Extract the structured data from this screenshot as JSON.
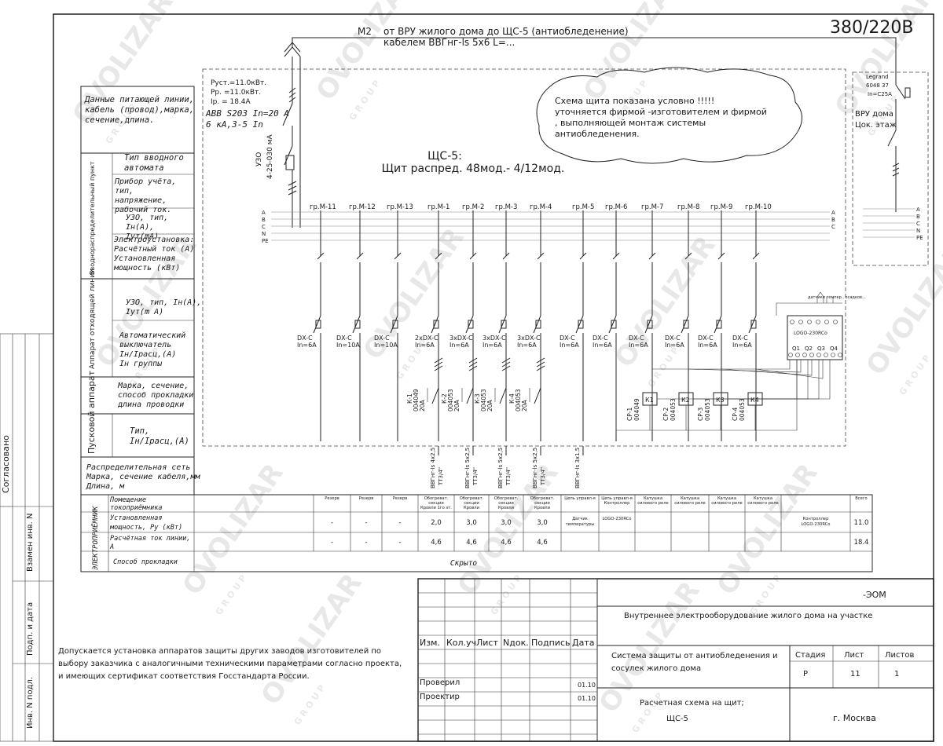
{
  "header": {
    "voltage": "380/220В",
    "feeder_code": "М2",
    "feeder_desc": "от ВРУ  жилого дома до ЩС-5 (антиобледенение)",
    "cable_desc": "кабелем  ВВГнг-ls 5х6 L=..."
  },
  "watermark": {
    "brand": "OVOLIZAR",
    "sub": "G R O U P"
  },
  "input": {
    "p_inst": "Руст.=11.0кВт.",
    "p_calc": "Рр. =11.0кВт.",
    "i_calc": "Iр.  = 18.4А",
    "breaker1": "ABB S203 In=20 A",
    "breaker2": "6 кА,3-5 In",
    "rcd": "УЗО",
    "rcd_spec": "4-25-030 мА"
  },
  "note_cloud": {
    "lines": [
      "Схема щита показана условно !!!!!",
      "уточняется фирмой -изготовителем и фирмой",
      ", выполняющей монтаж  системы",
      "антиобледенения."
    ]
  },
  "panel": {
    "title1": "ЩС-5:",
    "title2": "Щит распред. 48мод.- 4/12мод."
  },
  "vru": {
    "brand": "Legrand",
    "part": "6048 37",
    "rating": "In=C25A",
    "label1": "ВРУ дома",
    "label2": "Цок. этаж",
    "bus": [
      "A",
      "B",
      "C",
      "N",
      "PE"
    ]
  },
  "bus_phases": [
    "A",
    "B",
    "C",
    "N",
    "PE"
  ],
  "groups": [
    {
      "name": "гр.М-11",
      "breaker": "DX-C",
      "rating": "In=6A"
    },
    {
      "name": "гр.М-12",
      "breaker": "DX-C",
      "rating": "In=10A"
    },
    {
      "name": "гр.М-13",
      "breaker": "DX-C",
      "rating": "In=10A"
    },
    {
      "name": "гр.М-1",
      "breaker": "2xDX-C",
      "rating": "In=6A",
      "contactor": "К-1",
      "code": "004049",
      "amp": "20А",
      "cable": "ВВГнг-ls 4х2,5",
      "route": "ТТ3/4\""
    },
    {
      "name": "гр.М-2",
      "breaker": "3xDX-C",
      "rating": "In=6A",
      "contactor": "К-2",
      "code": "004053",
      "amp": "20А",
      "cable": "ВВГнг-ls 5х2,5",
      "route": "ТТ3/4\""
    },
    {
      "name": "гр.М-3",
      "breaker": "3xDX-C",
      "rating": "In=6A",
      "contactor": "К-3",
      "code": "004053",
      "amp": "20А",
      "cable": "ВВГнг-ls 5х2,5",
      "route": "ТТ3/4\""
    },
    {
      "name": "гр.М-4",
      "breaker": "3xDX-C",
      "rating": "In=6A",
      "contactor": "К-4",
      "code": "004053",
      "amp": "20А",
      "cable": "ВВГнг-ls 5х2,5",
      "route": "ТТ3/4\""
    },
    {
      "name": "гр.М-5",
      "breaker": "DX-C",
      "rating": "In=6A",
      "cable": "ВВГнг-ls 3х1.5"
    },
    {
      "name": "гр.М-6",
      "breaker": "DX-C",
      "rating": "In=6A"
    },
    {
      "name": "гр.М-7",
      "breaker": "DX-C",
      "rating": "In=6A"
    },
    {
      "name": "гр.М-8",
      "breaker": "DX-C",
      "rating": "In=6A"
    },
    {
      "name": "гр.М-9",
      "breaker": "DX-C",
      "rating": "In=6A"
    },
    {
      "name": "гр.М-10",
      "breaker": "DX-C",
      "rating": "In=6A"
    }
  ],
  "relays": [
    {
      "coil": "К1",
      "label": "СР-1",
      "code": "004049"
    },
    {
      "coil": "К2",
      "label": "СР-2",
      "code": "004053"
    },
    {
      "coil": "К3",
      "label": "СР-3",
      "code": "004053"
    },
    {
      "coil": "К4",
      "label": "СР-4",
      "code": "004053"
    }
  ],
  "logo": {
    "title": "LOGO-230RCo",
    "sensor": "датчики темпер., осадков...",
    "outputs": [
      "Q1",
      "Q2",
      "Q3",
      "Q4"
    ]
  },
  "side_labels": {
    "supply": "Данные  питающей  линии,\nкабель (провод),марка,\nсечение,длина.",
    "input_section": "Вводнораспределительный\nпункт",
    "breaker_type": "Тип вводного\nавтомата",
    "meter": "Прибор учёта,\nтип,\nнапряжение,\nрабочий ток.",
    "rcd_in": "УЗО, тип,\nIн(А),\nIут(mA)",
    "power": "Электроустановка:\nРасчётный ток (А)\nУстановленная\nмощность  (кВт)",
    "outgoing_section": "Аппарат\nотходящей  линии",
    "rcd_out": "УЗО, тип, Iн(А),\nIут(m A)",
    "auto": "Автоматический\nвыключатель\nIн/Iрасц,(А)\nIн  группы",
    "wire": "Марка, сечение,\nспособ прокладки\nдлина проводки",
    "starter_section": "Пусковой\nаппарат",
    "starter": "Тип,\nIн/Iрасц,(А)",
    "net": "Распределительная сеть\nМарка, сечение кабеля,мм\nДлина, м",
    "receiver_section": "ЭЛЕКТРОПРИЁМНИК"
  },
  "table": {
    "row_labels": [
      "Помещение\nтокоприёмника",
      "Установленная\nмощность, Ру (кВт)",
      "Расчётная ток линии,\nА",
      "Способ прокладки"
    ],
    "cols": [
      "Резерв",
      "Резерв",
      "Резерв",
      "Обогреват.\nсекции\nКровли 1го эт.",
      "Обогреват.\nсекции\nКровли",
      "Обогреват.\nсекции\nКровли",
      "Обогреват.\nсекции\nКровли",
      "Цепь управл-я",
      "Цепь управл-я\nКонтроллер",
      "Катушка\nсилового реле",
      "Катушка\nсилового реле",
      "Катушка\nсилового реле",
      "Катушка\nсилового реле",
      "",
      "Всего"
    ],
    "power": [
      "-",
      "-",
      "-",
      "2,0",
      "3,0",
      "3,0",
      "3,0",
      "Датчик\nтемпературы",
      "LOGO-230RCo",
      "",
      "",
      "",
      "",
      "Контроллер\nLOGO-230RCo",
      "11.0"
    ],
    "current": [
      "-",
      "-",
      "-",
      "4,6",
      "4,6",
      "4,6",
      "4,6",
      "",
      "",
      "",
      "",
      "",
      "",
      "",
      "18.4"
    ],
    "install": "Скрыто"
  },
  "left_margin": {
    "agreed": "Согласовано",
    "replaced": "Взамен инв. N",
    "sig_date": "Подп. и дата",
    "inv_no": "Инв. N подл."
  },
  "footnote": [
    "Допускается установка аппаратов защиты других заводов изготовителей по",
    "выбору заказчика с аналогичными техническими параметрами согласно проекта,",
    "и имеющих сертификат соответствия Госстандарта России."
  ],
  "title_block": {
    "doc_code": "-ЭОМ",
    "project": "Внутреннее электрооборудование жилого дома на участке",
    "hdr": [
      "Изм.",
      "Кол.уч",
      "Лист",
      "Nдок.",
      "Подпись",
      "Дата"
    ],
    "checked": "Проверил",
    "designed": "Проектир",
    "date1": "01.10",
    "date2": "01.10",
    "system1": "Система защиты от антиобледенения и",
    "system2": "сосулек жилого  дома",
    "stage_h": "Стадия",
    "sheet_h": "Лист",
    "sheets_h": "Листов",
    "stage": "Р",
    "sheet": "11",
    "sheets": "1",
    "drawing1": "Расчетная схема на щит;",
    "drawing2": "ЩС-5",
    "city": "г. Москва"
  }
}
